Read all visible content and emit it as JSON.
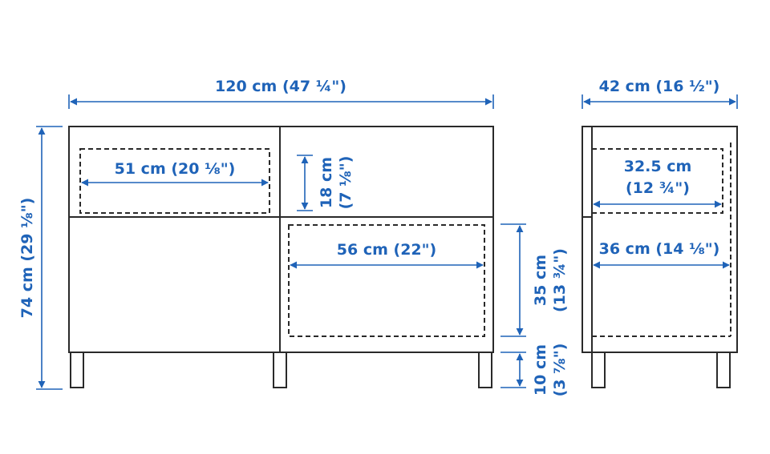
{
  "colors": {
    "dimension": "#1f63b8",
    "outline": "#2a2a2a"
  },
  "front_view": {
    "width": "120 cm (47 ¼\")",
    "height": "74 cm (29 ⅛\")",
    "drawer_width": "51 cm (20 ⅛\")",
    "drawer_height_line1": "18 cm",
    "drawer_height_line2": "(7 ⅛\")",
    "compartment_width": "56 cm (22\")",
    "compartment_height_line1": "35 cm",
    "compartment_height_line2": "(13 ¾\")",
    "leg_height_line1": "10 cm",
    "leg_height_line2": "(3 ⅞\")"
  },
  "side_view": {
    "depth": "42 cm (16 ½\")",
    "drawer_depth_line1": "32.5 cm",
    "drawer_depth_line2": "(12 ¾\")",
    "inner_depth": "36 cm (14 ⅛\")"
  }
}
